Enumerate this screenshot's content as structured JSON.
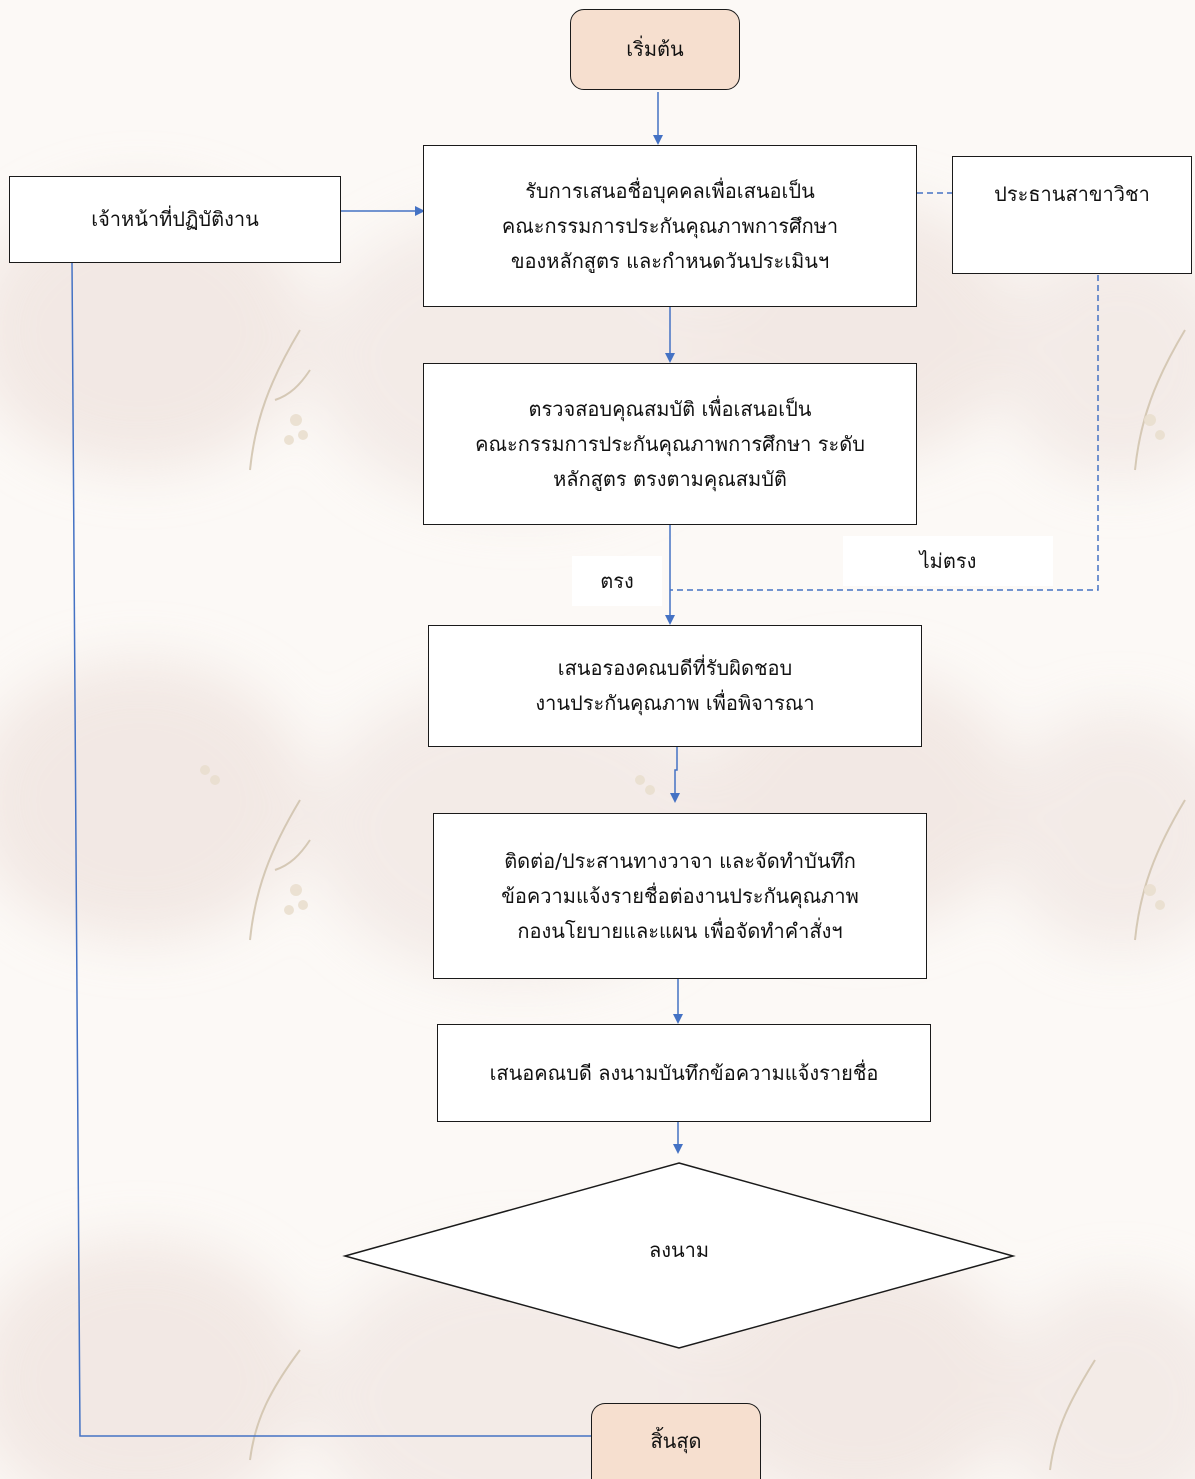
{
  "flowchart": {
    "start": "เริ่มต้น",
    "step1": {
      "line1": "รับการเสนอชื่อบุคคลเพื่อเสนอเป็น",
      "line2": "คณะกรรมการประกันคุณภาพการศึกษา",
      "line3": "ของหลักสูตร และกำหนดวันประเมินฯ"
    },
    "staff": "เจ้าหน้าที่ปฏิบัติงาน",
    "chair": "ประธานสาขาวิชา",
    "step2": {
      "line1": "ตรวจสอบคุณสมบัติ เพื่อเสนอเป็น",
      "line2": "คณะกรรมการประกันคุณภาพการศึกษา ระดับ",
      "line3": "หลักสูตร ตรงตามคุณสมบัติ"
    },
    "yes_label": "ตรง",
    "no_label": "ไม่ตรง",
    "step3": {
      "line1": "เสนอรองคณบดีที่รับผิดชอบ",
      "line2": "งานประกันคุณภาพ เพื่อพิจารณา"
    },
    "step4": {
      "line1": "ติดต่อ/ประสานทางวาจา และจัดทำบันทึก",
      "line2": "ข้อความแจ้งรายชื่อต่องานประกันคุณภาพ",
      "line3": "กองนโยบายและแผน เพื่อจัดทำคำสั่งฯ"
    },
    "step5": "เสนอคณบดี ลงนามบันทึกข้อความแจ้งรายชื่อ",
    "decision": "ลงนาม",
    "end": "สิ้นสุด"
  },
  "colors": {
    "arrow": "#4472c4",
    "terminal_fill": "#f6dfcf",
    "background": "#fcf9f6"
  }
}
